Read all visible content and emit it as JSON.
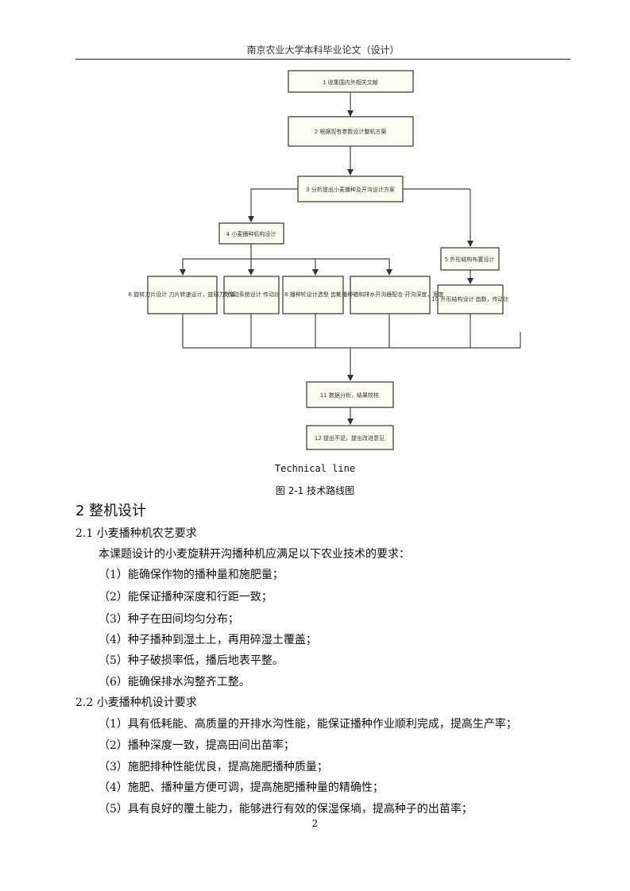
{
  "header": {
    "title": "南京农业大学本科毕业论文（设计）"
  },
  "flowchart": {
    "boxes": [
      "1 收集国内外相关文献",
      "2 根据现有参数设计整机方案",
      "3 分析提出小麦播种及开沟设计方案",
      "4 小麦播种机构设计",
      "5 外形结构布置设计",
      "6 旋转刀片设计 刀片转速设计，旋耕力数量",
      "7 传动系统设计 传动比",
      "8 播种轮设计选型 齿轮",
      "9 播种箱和排水开沟器配合 开沟深度，宽度",
      "10 外形结构设计 齿数，传动比",
      "11 数据分析，结果校核",
      "12 提出不足，提出改进意见"
    ]
  },
  "figure": {
    "english": "Technical line",
    "caption": "图 2-1 技术路线图"
  },
  "section2": {
    "title": "2 整机设计"
  },
  "s21": {
    "title": "2.1 小麦播种机农艺要求",
    "intro": "本课题设计的小麦旋耕开沟播种机应满足以下农业技术的要求：",
    "items": [
      "（1）能确保作物的播种量和施肥量；",
      "（2）能保证播种深度和行距一致；",
      "（3）种子在田间均匀分布；",
      "（4）种子播种到湿土上，再用碎湿土覆盖；",
      "（5）种子破损率低，播后地表平整。",
      "（6）能确保排水沟整齐工整。"
    ]
  },
  "s22": {
    "title": "2.2 小麦播种机设计要求",
    "items": [
      "（1）具有低耗能、高质量的开排水沟性能，能保证播种作业顺利完成，提高生产率；",
      "（2）播种深度一致，提高田间出苗率；",
      "（3）施肥排种性能优良，提高施肥播种质量；",
      "（4）施肥、播种量方便可调，提高施肥播种量的精确性；",
      "（5）具有良好的覆土能力，能够进行有效的保湿保墒，提高种子的出苗率；"
    ]
  },
  "page": {
    "number": "2"
  }
}
